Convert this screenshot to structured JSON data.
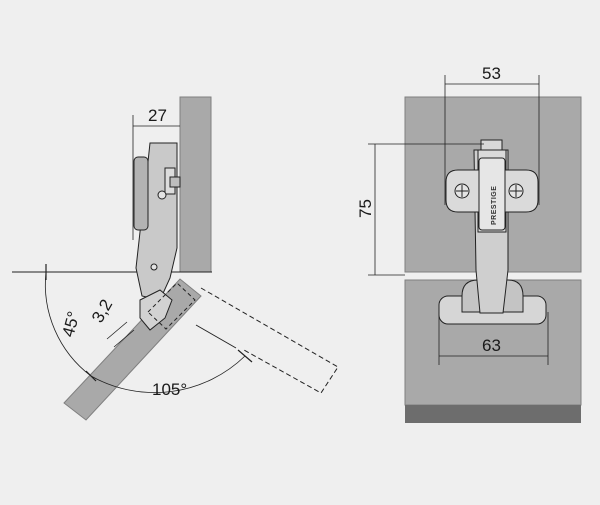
{
  "colors": {
    "background": "#efefef",
    "panel": "#a9a9a9",
    "panel_edge": "#7f7f7f",
    "door_edge_strip": "#6d6d6d",
    "metal_light": "#dcdcdc",
    "metal_mid": "#c9c9c9",
    "metal_dark": "#b3b3b3",
    "line": "#222222"
  },
  "side_view": {
    "dimension_width": "27",
    "dimension_bore_distance": "3,2",
    "angle_bevel": "45°",
    "angle_opening": "105°"
  },
  "front_view": {
    "dimension_plate_width": "53",
    "dimension_height": "75",
    "dimension_cup_width": "63",
    "brand_label": "PRESTIGE"
  }
}
